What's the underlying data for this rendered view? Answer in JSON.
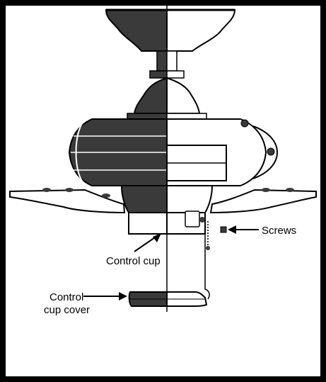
{
  "diagram": {
    "labels": {
      "screws": "Screws",
      "control_cup": "Control cup",
      "control_cup_cover_line1": "Control",
      "control_cup_cover_line2": "cup cover"
    },
    "colors": {
      "stroke": "#000000",
      "fill_dark": "#3a3a3a",
      "fill_light": "#ffffff",
      "frame": "#000000"
    }
  }
}
